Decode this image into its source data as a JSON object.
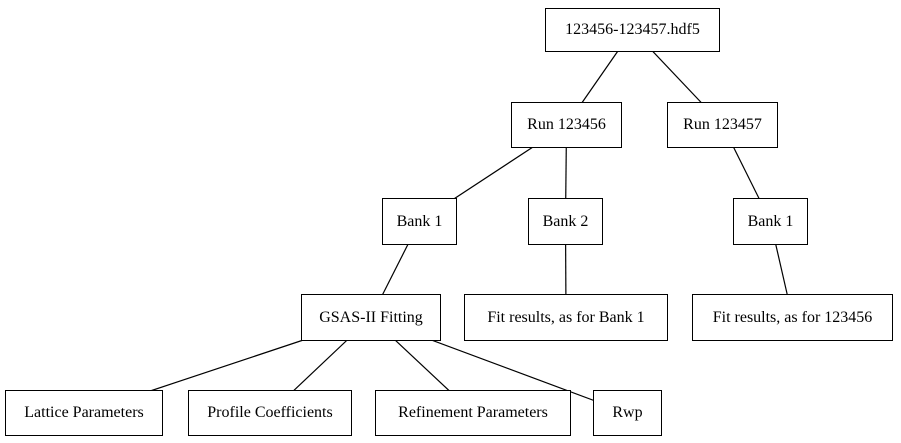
{
  "diagram": {
    "type": "tree",
    "background_color": "#ffffff",
    "node_fill_color": "#ffffff",
    "node_border_color": "#000000",
    "text_color": "#000000",
    "edge_color": "#000000",
    "nodes": [
      {
        "id": "hdf5-file",
        "label": "123456-123457.hdf5"
      },
      {
        "id": "run-123456",
        "label": "Run 123456"
      },
      {
        "id": "run-123457",
        "label": "Run 123457"
      },
      {
        "id": "bank1-run123456",
        "label": "Bank 1"
      },
      {
        "id": "bank2-run123456",
        "label": "Bank 2"
      },
      {
        "id": "bank1-run123457",
        "label": "Bank 1"
      },
      {
        "id": "gsas2-fitting",
        "label": "GSAS-II Fitting"
      },
      {
        "id": "fit-results-bank1",
        "label": "Fit results, as for Bank 1"
      },
      {
        "id": "fit-results-123456",
        "label": "Fit results, as for 123456"
      },
      {
        "id": "lattice-parameters",
        "label": "Lattice Parameters"
      },
      {
        "id": "profile-coefficients",
        "label": "Profile Coefficients"
      },
      {
        "id": "refinement-parameters",
        "label": "Refinement Parameters"
      },
      {
        "id": "rwp",
        "label": "Rwp"
      }
    ],
    "edges": [
      {
        "from": "hdf5-file",
        "to": "run-123456"
      },
      {
        "from": "hdf5-file",
        "to": "run-123457"
      },
      {
        "from": "run-123456",
        "to": "bank1-run123456"
      },
      {
        "from": "run-123456",
        "to": "bank2-run123456"
      },
      {
        "from": "run-123457",
        "to": "bank1-run123457"
      },
      {
        "from": "bank1-run123456",
        "to": "gsas2-fitting"
      },
      {
        "from": "bank2-run123456",
        "to": "fit-results-bank1"
      },
      {
        "from": "bank1-run123457",
        "to": "fit-results-123456"
      },
      {
        "from": "gsas2-fitting",
        "to": "lattice-parameters"
      },
      {
        "from": "gsas2-fitting",
        "to": "profile-coefficients"
      },
      {
        "from": "gsas2-fitting",
        "to": "refinement-parameters"
      },
      {
        "from": "gsas2-fitting",
        "to": "rwp"
      }
    ]
  }
}
